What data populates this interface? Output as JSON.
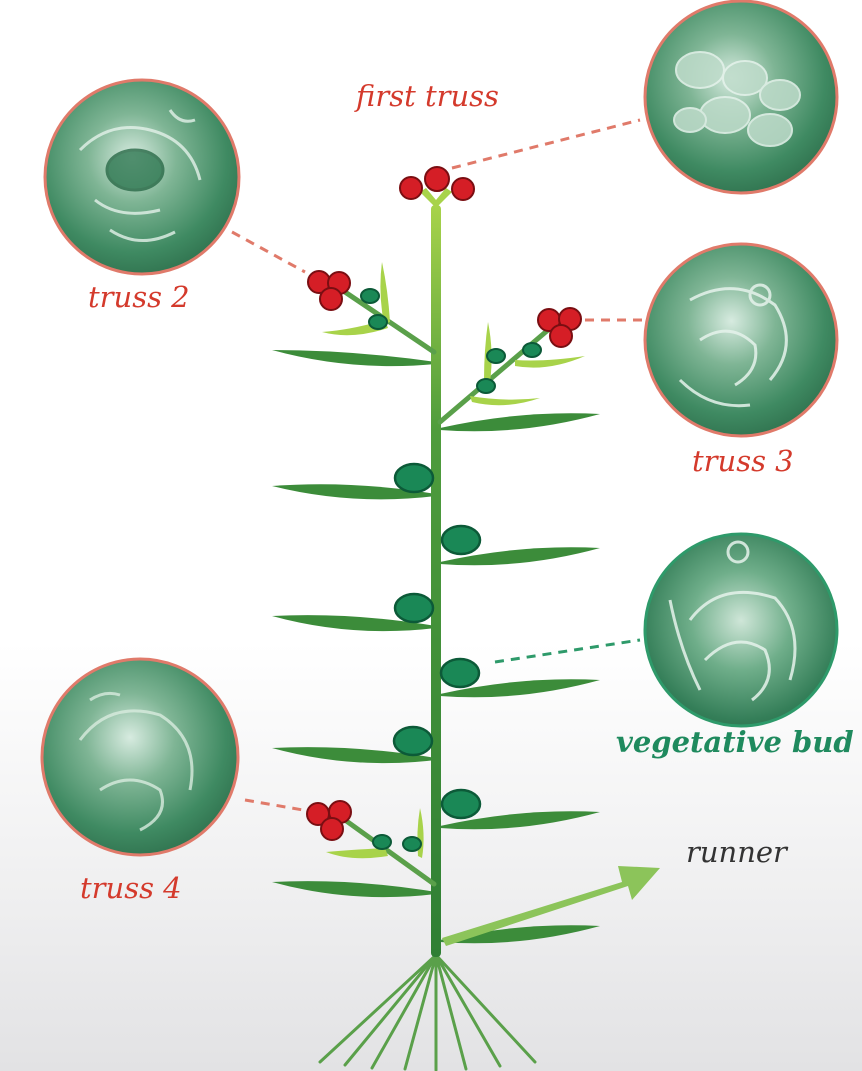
{
  "labels": {
    "first_truss": "first truss",
    "truss_2": "truss 2",
    "truss_3": "truss 3",
    "truss_4": "truss 4",
    "vegetative_bud": "vegetative bud",
    "runner": "runner"
  },
  "colors": {
    "truss_label": "#d43a2c",
    "bud_label": "#1f8a5e",
    "runner_label": "#333333",
    "leaf": "#3c8c3a",
    "stem": "#3a8a38",
    "light_green": "#a8d34a",
    "berry": "#d51e26",
    "bud": "#1a8856",
    "circle_border_red": "#e07a6a",
    "circle_border_green": "#2e9a6a"
  },
  "icons": {
    "micrograph": "sem-micrograph-icon"
  }
}
